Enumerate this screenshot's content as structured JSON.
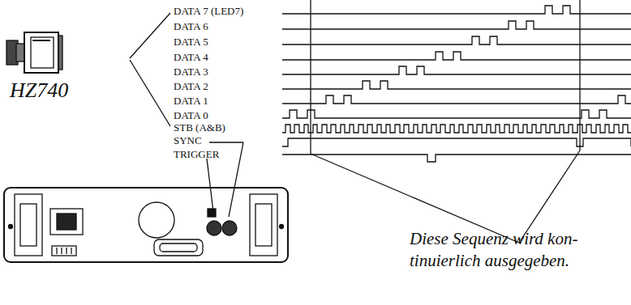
{
  "diagram": {
    "labels": [
      "HZ740",
      "DATA 7 (LED7)",
      "DATA 6",
      "DATA 5",
      "DATA 4",
      "DATA 3",
      "DATA 2",
      "DATA 1",
      "DATA 0",
      "STB (A&B)",
      "SYNC",
      "TRIGGER",
      "Diese Sequenz wird kon- tinuierlich ausgegeben."
    ]
  }
}
